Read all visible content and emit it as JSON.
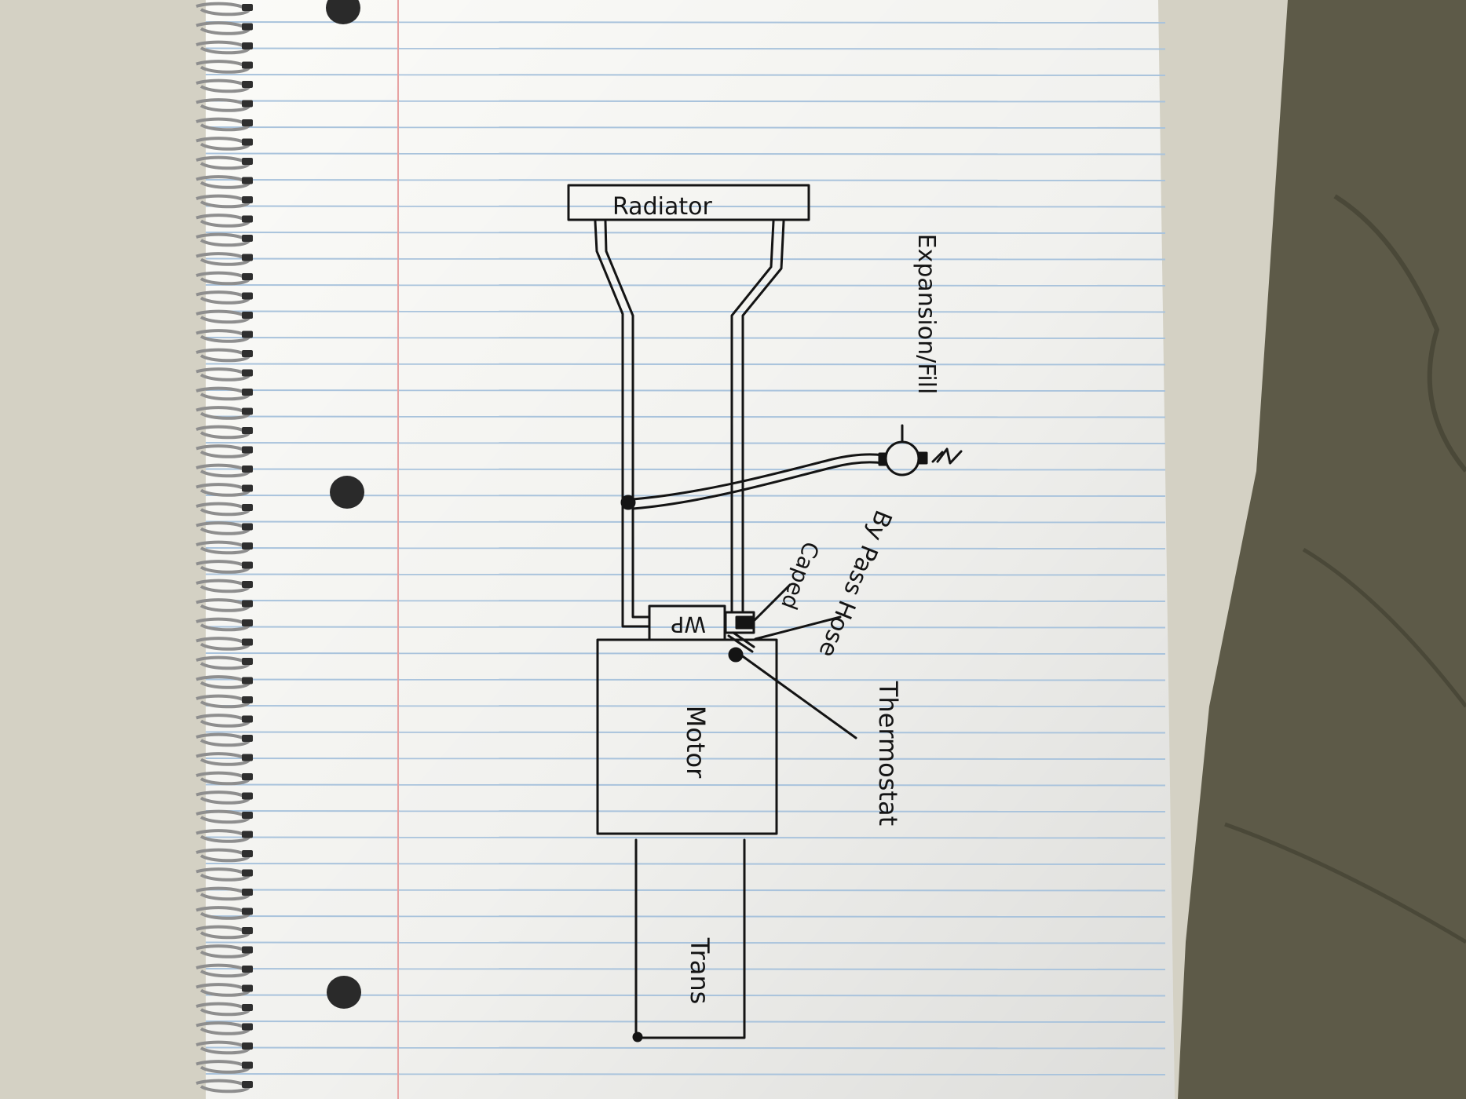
{
  "diagram": {
    "components": [
      {
        "id": "radiator",
        "label": "Radiator"
      },
      {
        "id": "water_pump",
        "label": "WP"
      },
      {
        "id": "motor",
        "label": "Motor"
      },
      {
        "id": "trans",
        "label": "Trans"
      },
      {
        "id": "expansion_tank",
        "label": "Expansion/Fill"
      }
    ],
    "annotations": [
      {
        "id": "capped",
        "label": "Caped"
      },
      {
        "id": "bypass_hose",
        "label": "By Pass Hose"
      },
      {
        "id": "thermostat",
        "label": "Thermostat"
      }
    ],
    "connections": [
      {
        "from": "radiator",
        "to": "water_pump",
        "type": "hose"
      },
      {
        "from": "radiator",
        "to": "thermostat",
        "type": "hose"
      },
      {
        "from": "water_pump",
        "to": "expansion_tank",
        "type": "hose"
      },
      {
        "from": "water_pump",
        "to": "motor",
        "type": "mount"
      },
      {
        "from": "motor",
        "to": "trans",
        "type": "mount"
      }
    ]
  },
  "colors": {
    "ink": "#141414",
    "paper": "#fbfbf8",
    "ruled_line": "#a9c3dc",
    "margin_line": "#e7a3a3",
    "background": "#d4d1c4",
    "fabric": "#5d5a48",
    "spiral_wire": "#8e8e8e"
  }
}
